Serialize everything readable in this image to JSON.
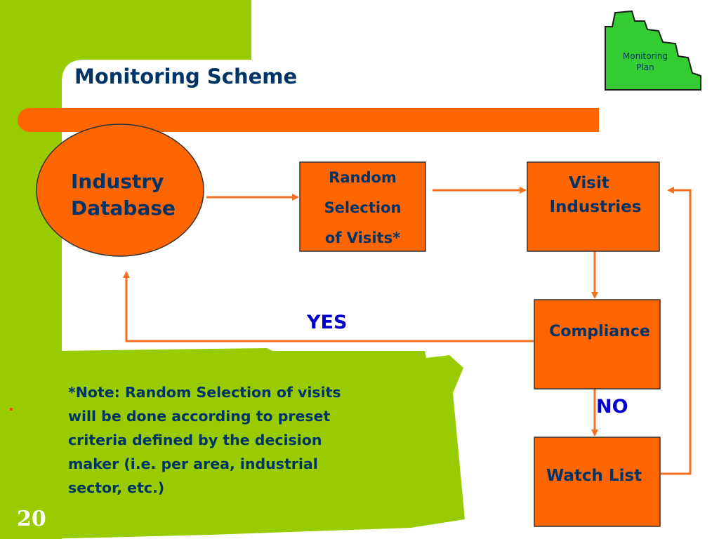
{
  "slide": {
    "title": "Monitoring Scheme",
    "tab_label_line1": "Monitoring",
    "tab_label_line2": "Plan",
    "slide_number": "20",
    "bullet": "."
  },
  "diagram": {
    "nodes": {
      "industry_database": {
        "line1": "Industry",
        "line2": "Database"
      },
      "random_selection": {
        "line1": "Random",
        "line2": "Selection",
        "line3": "of Visits*"
      },
      "visit_industries": {
        "line1": "Visit",
        "line2": "Industries"
      },
      "compliance": {
        "label": "Compliance"
      },
      "watch_list": {
        "label": "Watch List"
      }
    },
    "edge_labels": {
      "yes": "YES",
      "no": "NO"
    }
  },
  "note": {
    "line1": "*Note: Random Selection of visits",
    "line2": "will be done according to preset",
    "line3": "criteria defined by the decision",
    "line4": "maker (i.e. per area, industrial",
    "line5": "sector, etc.)"
  },
  "colors": {
    "green": "#99cc00",
    "orange": "#ff6600",
    "arrow": "#ff6600",
    "text": "#003366",
    "tab_green": "#33cc33"
  }
}
